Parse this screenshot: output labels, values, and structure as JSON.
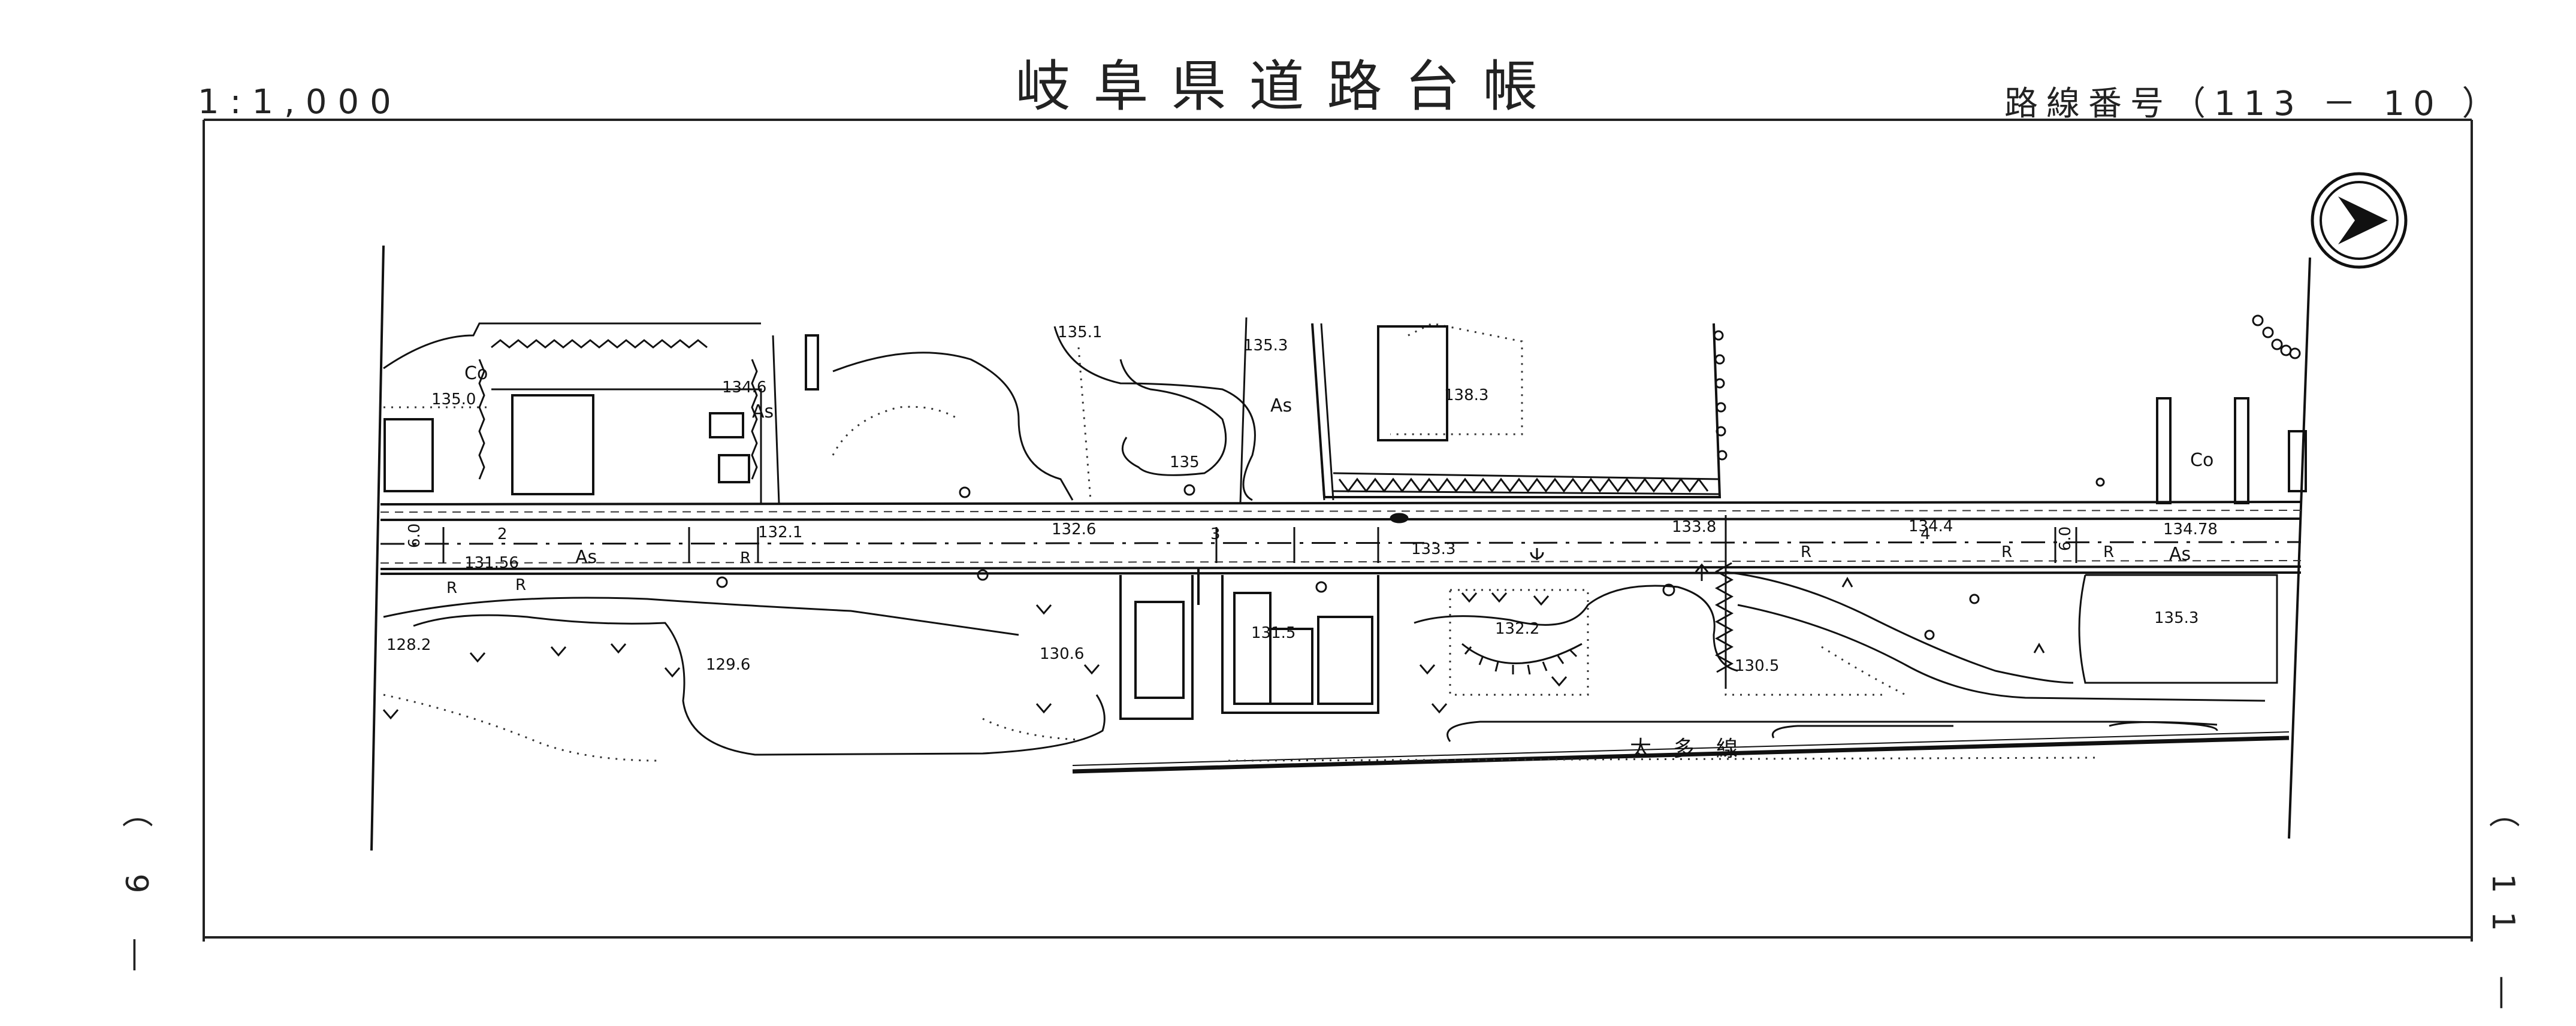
{
  "header": {
    "title": "岐阜県道路台帳",
    "scale": "1:1,000",
    "route_number": "路線番号（113 － 10 ）"
  },
  "sheet_refs": {
    "left": "（ 9 ―",
    "right": "（ 11 ―"
  },
  "map": {
    "elevations": [
      "135.0",
      "134.6",
      "135.1",
      "135.3",
      "138.3",
      "135",
      "132.1",
      "132.6",
      "133.3",
      "133.8",
      "134.4",
      "134.78",
      "131.56",
      "128.2",
      "129.6",
      "130.6",
      "131.5",
      "132.2",
      "130.5",
      "135.3"
    ],
    "surface_labels": [
      "As",
      "As",
      "As",
      "As",
      "Co",
      "Co"
    ],
    "road_marks": [
      "R",
      "R",
      "R",
      "R",
      "R",
      "R"
    ],
    "km_marks": [
      "2",
      "3",
      "4"
    ],
    "widths": [
      "6.0",
      "6.0"
    ],
    "rail_line_label": "太　多　線"
  },
  "icons": {
    "north_arrow": "north-arrow-icon"
  }
}
